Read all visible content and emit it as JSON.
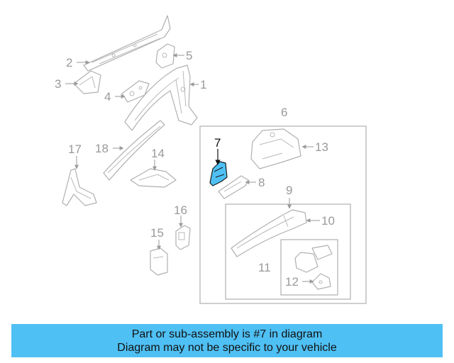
{
  "diagram": {
    "labels": [
      "1",
      "2",
      "3",
      "4",
      "5",
      "6",
      "7",
      "8",
      "9",
      "10",
      "11",
      "12",
      "13",
      "14",
      "15",
      "16",
      "17",
      "18"
    ],
    "highlighted_part": "7",
    "highlight_color": "#4fc0f4",
    "line_color": "#b0b0b0"
  },
  "banner": {
    "line1": "Part or sub-assembly is #7 in diagram",
    "line2": "Diagram may not be specific to your vehicle",
    "background": "#4fc0f4"
  }
}
